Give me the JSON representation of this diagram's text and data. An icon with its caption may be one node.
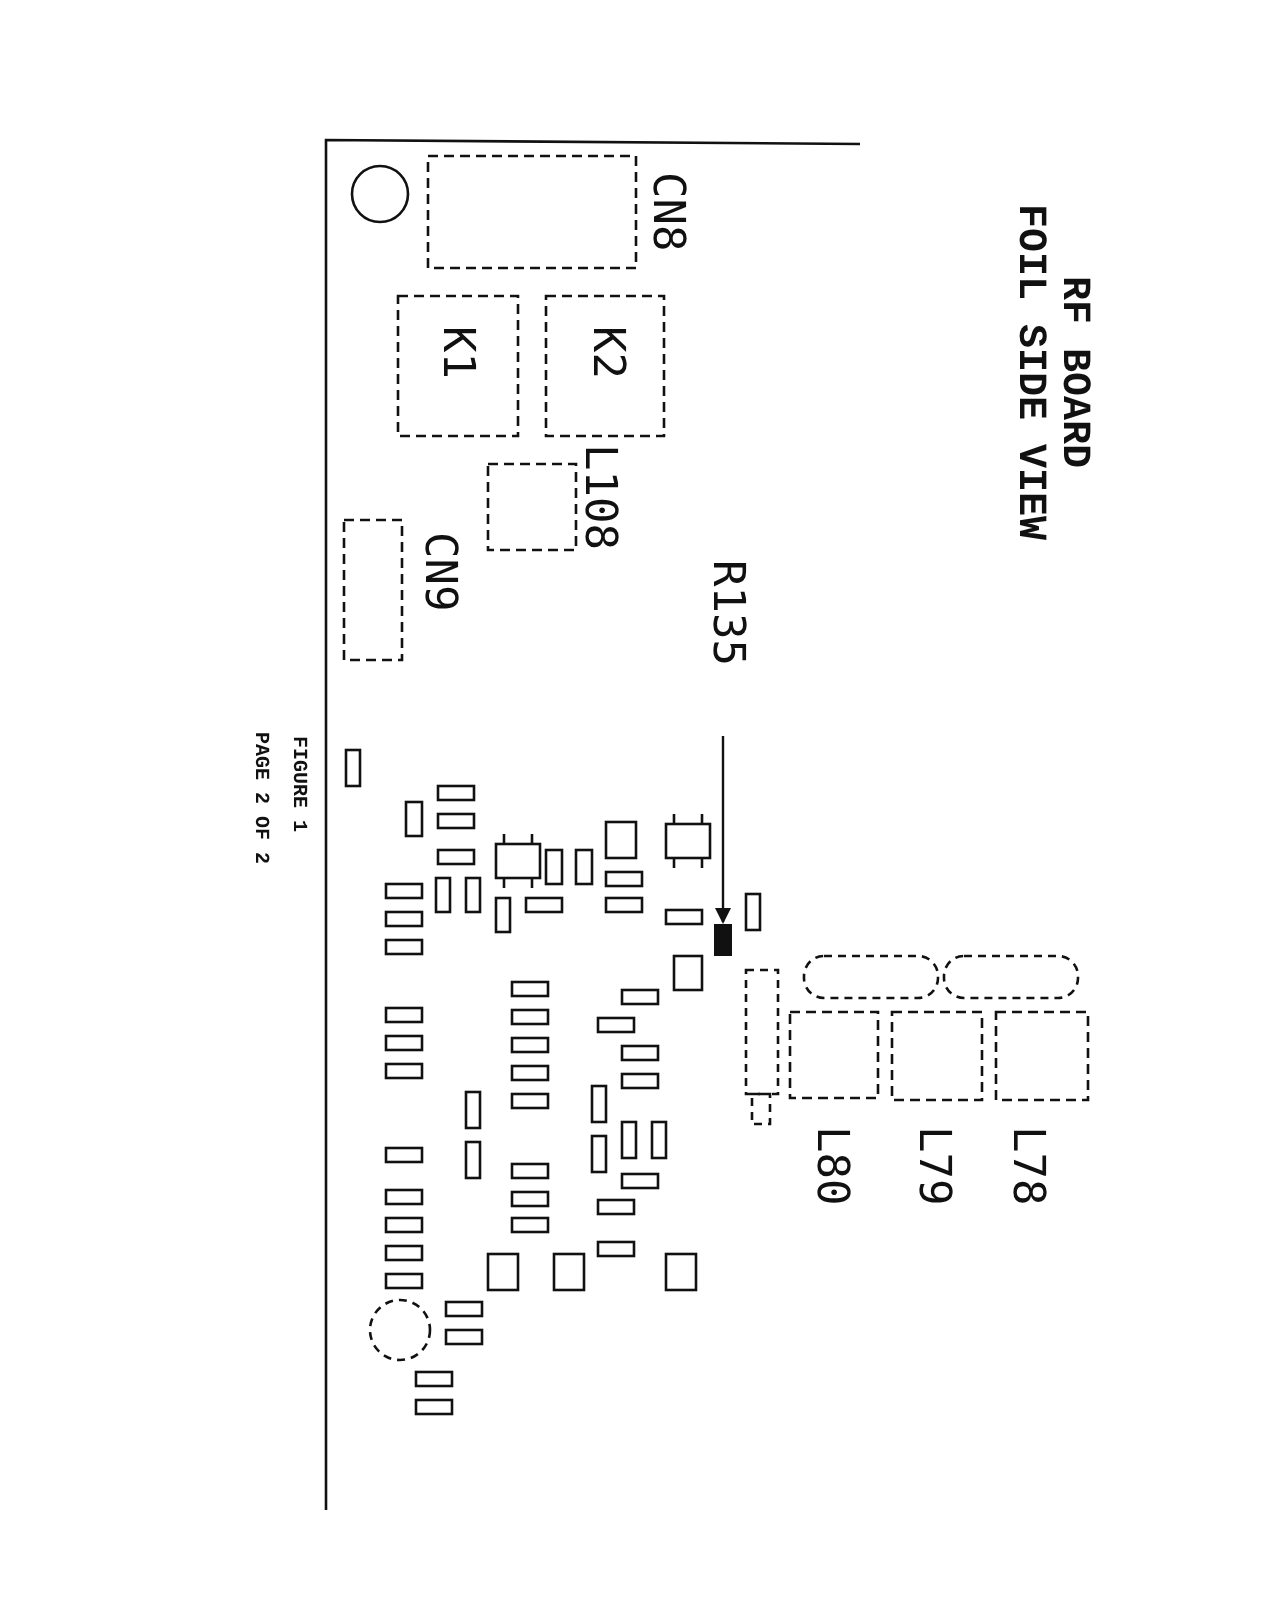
{
  "diagram": {
    "title": "RF BOARD FOIL SIDE VIEW",
    "caption": "FIGURE 1",
    "nodes": [
      {
        "text": [
          "CN8"
        ]
      },
      {
        "text": [
          "K1"
        ]
      },
      {
        "text": [
          "K2"
        ]
      },
      {
        "text": [
          "L108"
        ]
      },
      {
        "text": [
          "CN9"
        ]
      },
      {
        "text": [
          "R135"
        ]
      },
      {
        "text": [],
        "shape": "box"
      },
      {
        "text": [
          "L80"
        ]
      },
      {
        "text": [
          "L79"
        ]
      },
      {
        "text": [
          "L78"
        ]
      }
    ],
    "edges": [
      {
        "from": 5,
        "to": 6,
        "arrow": "to"
      }
    ],
    "labels": [
      "PAGE 2 OF 2"
    ]
  }
}
